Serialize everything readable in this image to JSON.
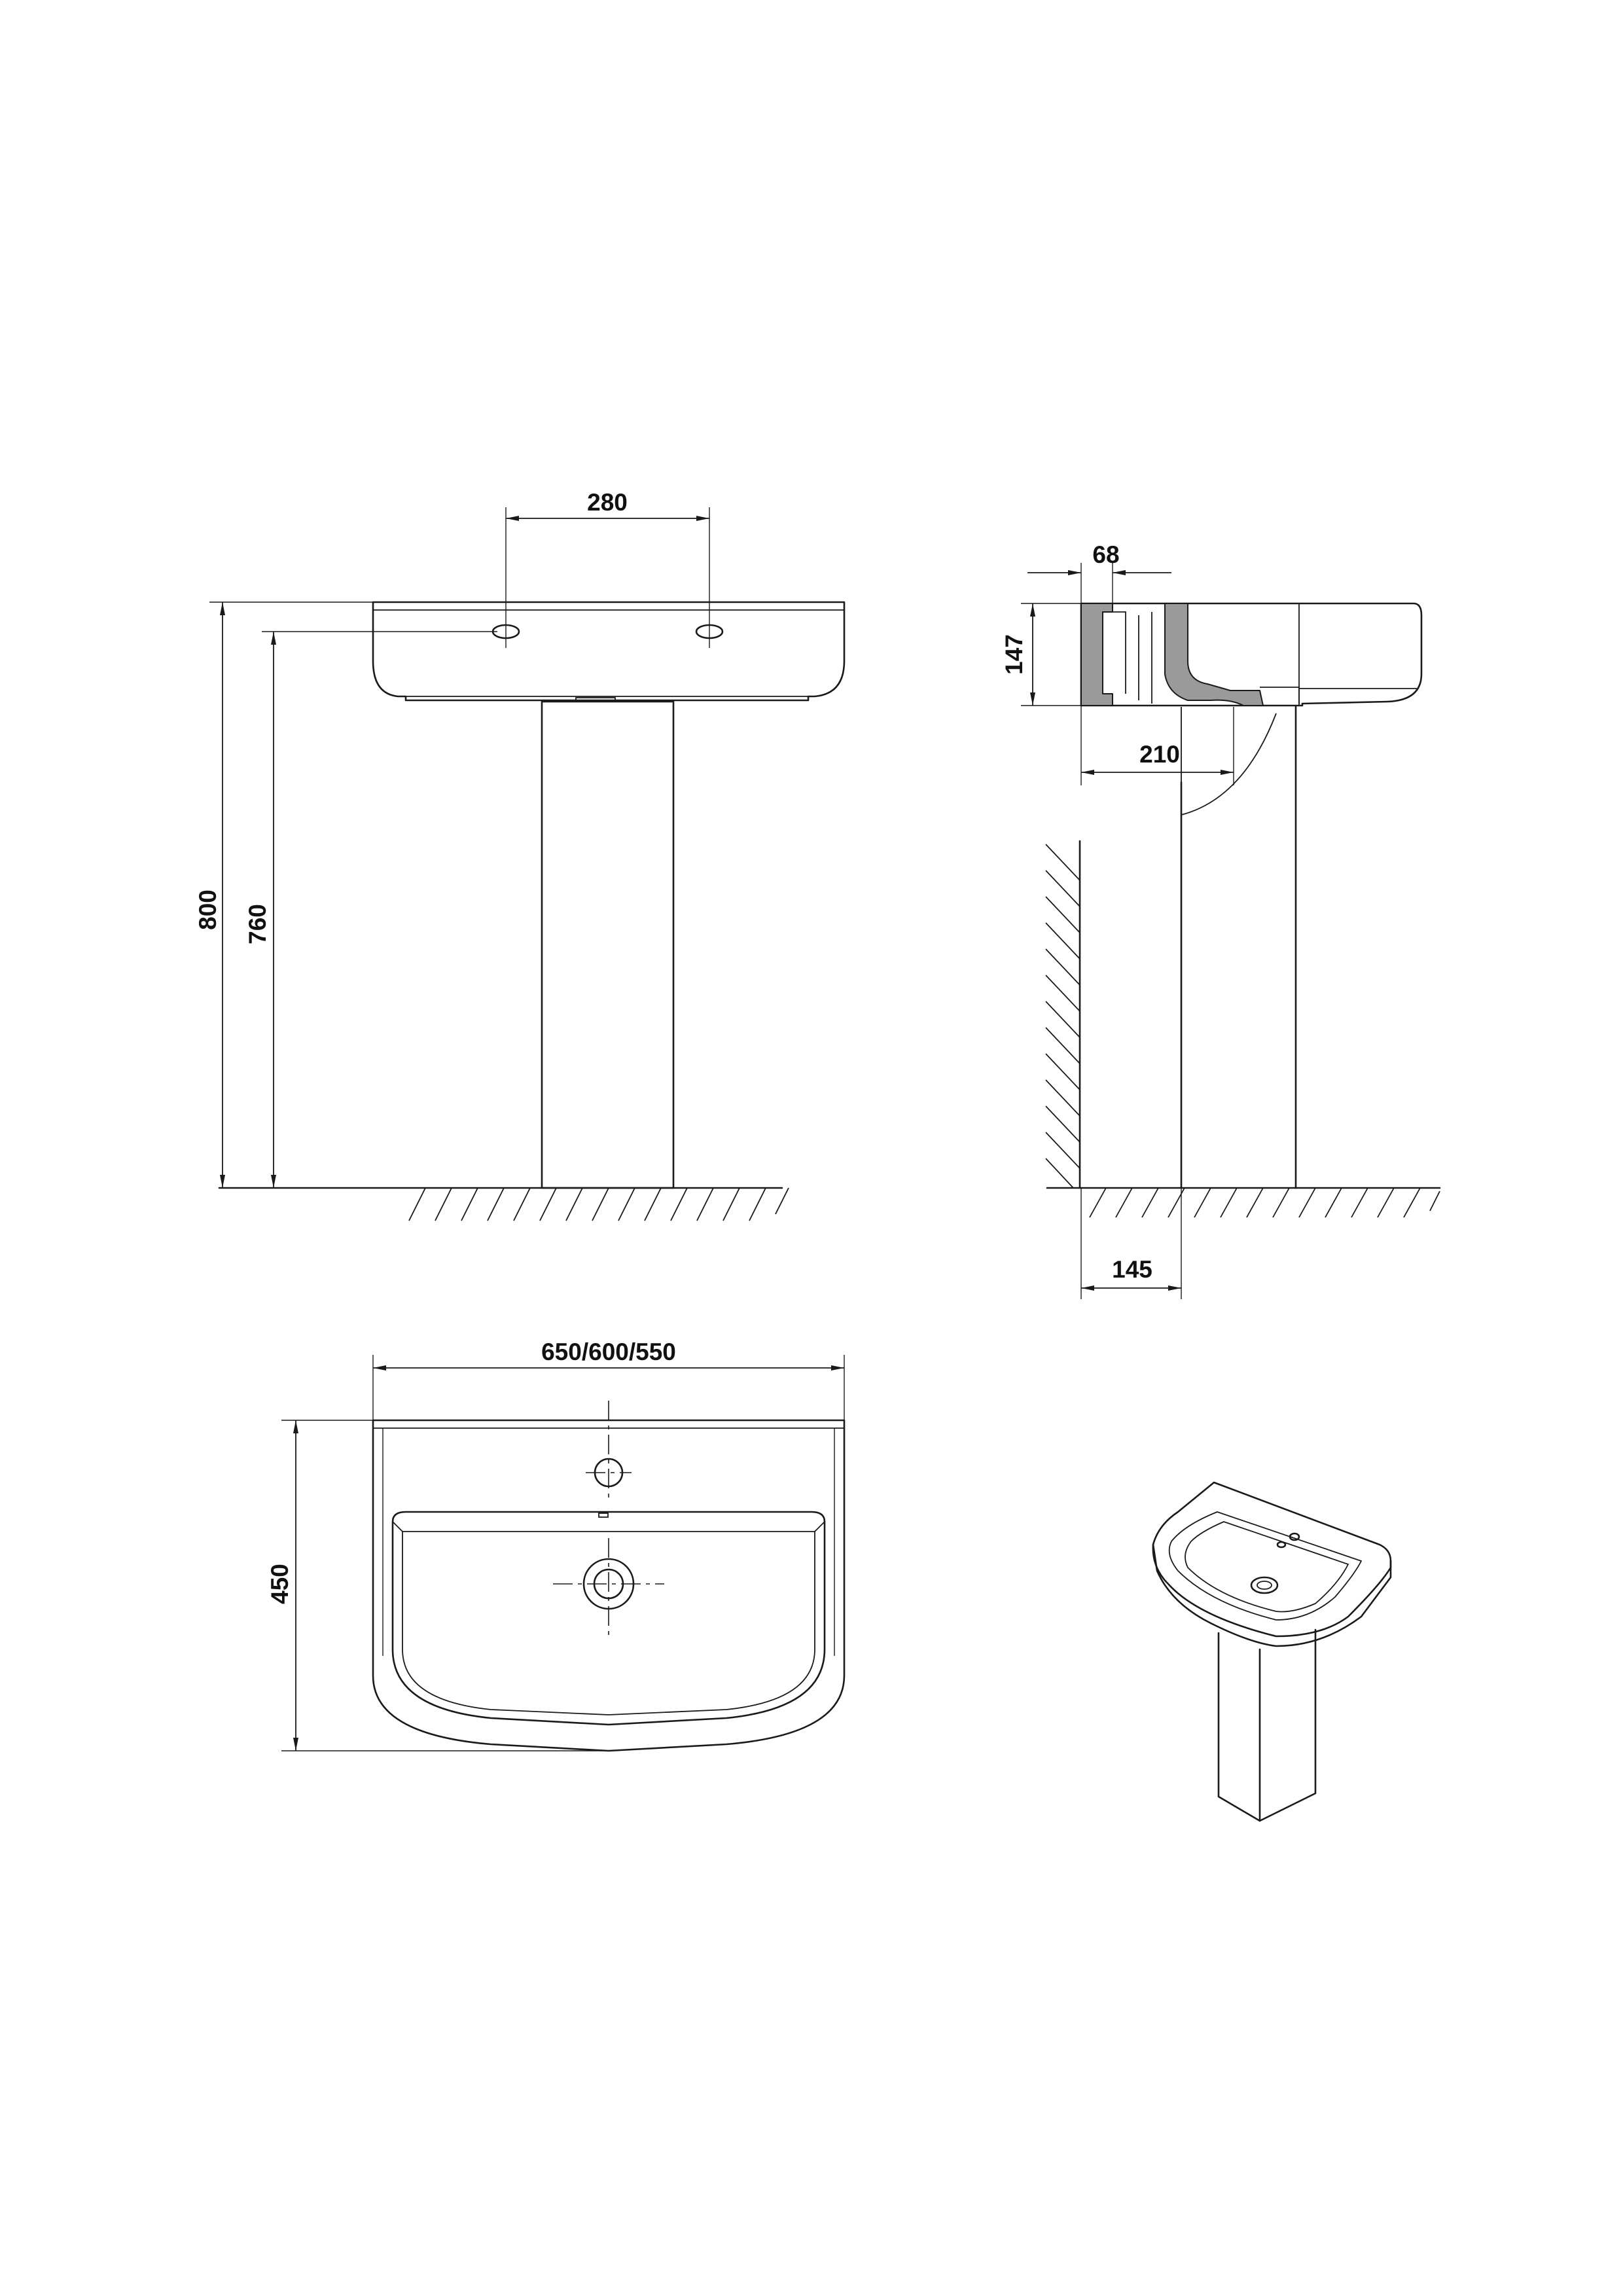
{
  "dimensions": {
    "tap_hole_spacing": "280",
    "overall_height": "800",
    "rim_height": "760",
    "top_depth": "68",
    "basin_height": "147",
    "waste_projection": "210",
    "pedestal_projection": "145",
    "basin_width": "650/600/550",
    "basin_depth": "450"
  }
}
